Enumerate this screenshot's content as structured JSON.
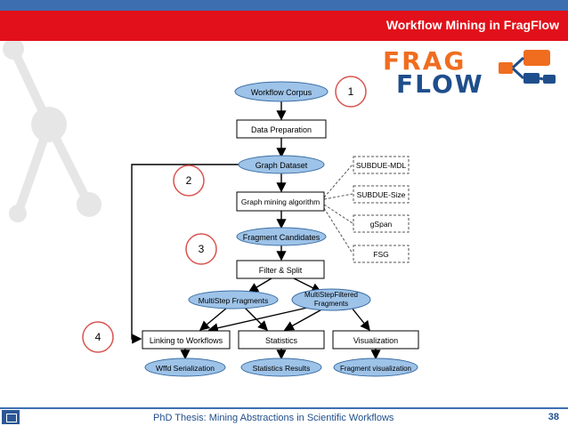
{
  "header": {
    "title": "Workflow Mining in FragFlow"
  },
  "logo": {
    "line1": "FRAG",
    "line2": "FLOW"
  },
  "footer": {
    "text": "PhD Thesis: Mining Abstractions in Scientific Workflows",
    "page": "38"
  },
  "diagram": {
    "nodes": {
      "workflow_corpus": "Workflow Corpus",
      "data_preparation": "Data Preparation",
      "graph_dataset": "Graph Dataset",
      "graph_mining": "Graph mining algorithm",
      "subdue_mdl": "SUBDUE-MDL",
      "subdue_size": "SUBDUE-Size",
      "gspan": "gSpan",
      "fsg": "FSG",
      "fragment_candidates": "Fragment Candidates",
      "filter_split": "Filter & Split",
      "multistep_fragments": "MultiStep Fragments",
      "multistep_filtered_1": "MultiStepFiltered",
      "multistep_filtered_2": "Fragments",
      "linking": "Linking to Workflows",
      "statistics": "Statistics",
      "visualization": "Visualization",
      "wffd_serialization": "Wffd Serialization",
      "statistics_results": "Statistics Results",
      "fragment_visualization": "Fragment visualization"
    },
    "callouts": [
      "1",
      "2",
      "3",
      "4"
    ]
  }
}
